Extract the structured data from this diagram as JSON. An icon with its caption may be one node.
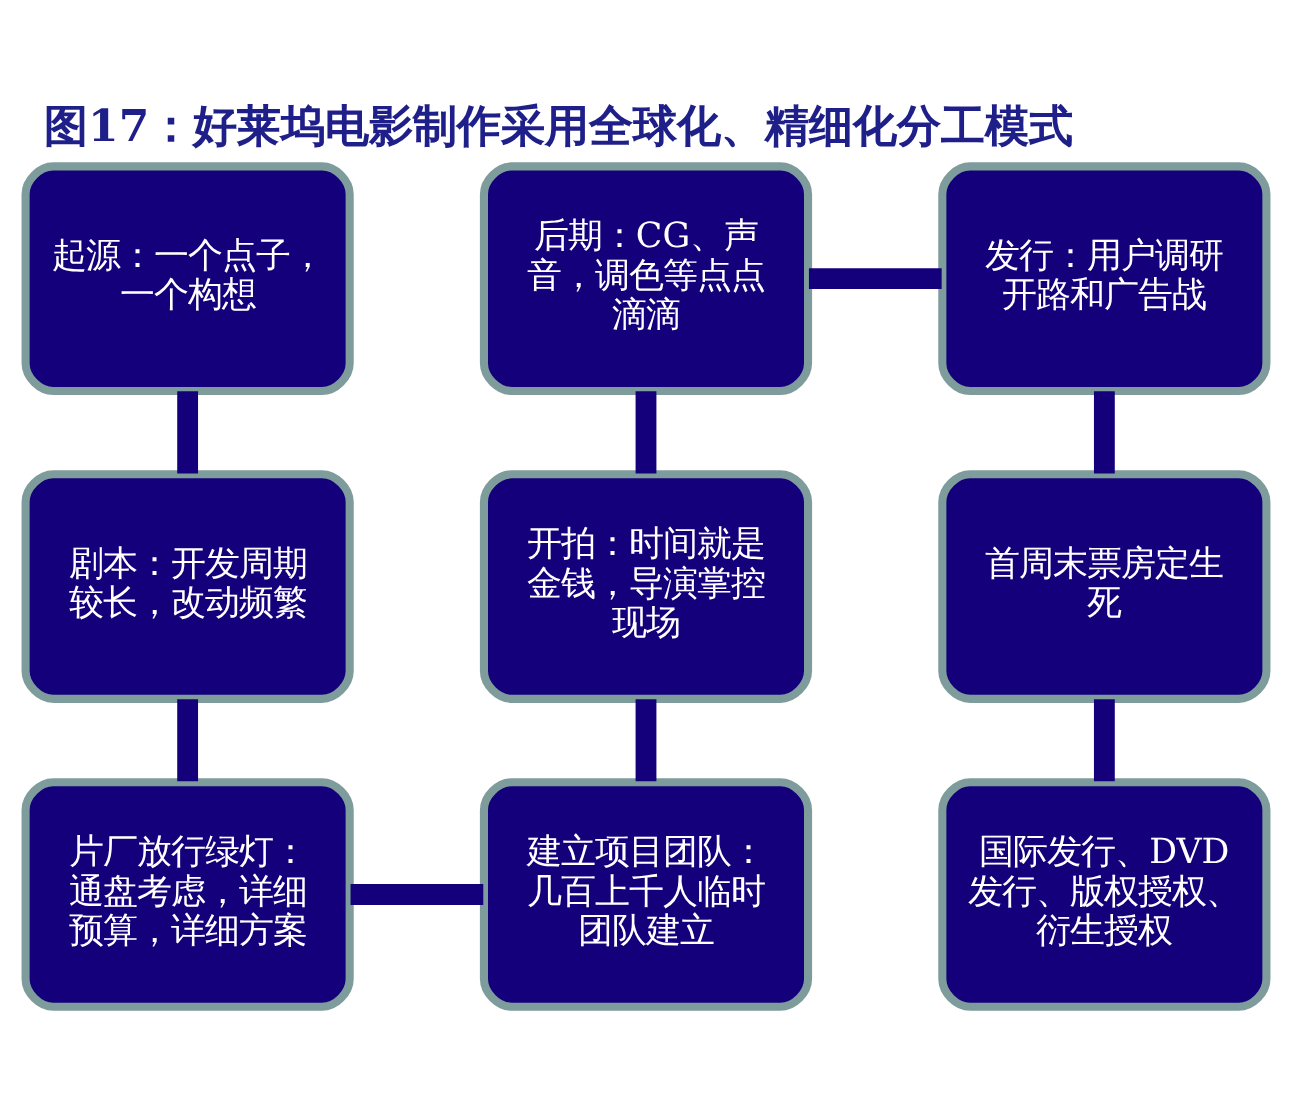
{
  "diagram": {
    "title": "图17：好莱坞电影制作采用全球化、精细化分工模式",
    "nodes": [
      {
        "text": [
          "起源：一个点子，一个构想"
        ]
      },
      {
        "text": [
          "后期：CG、声音，调色等点点滴滴"
        ]
      },
      {
        "text": [
          "发行：用户调研开路和广告战"
        ]
      },
      {
        "text": [
          "剧本：开发周期较长，改动频繁"
        ]
      },
      {
        "text": [
          "开拍：时间就是金钱，导演掌控现场"
        ]
      },
      {
        "text": [
          "首周末票房定生死"
        ]
      },
      {
        "text": [
          "片厂放行绿灯：通盘考虑，详细预算，详细方案"
        ]
      },
      {
        "text": [
          "建立项目团队：几百上千人临时团队建立"
        ]
      },
      {
        "text": [
          "国际发行、DVD发行、版权授权、衍生授权"
        ]
      }
    ],
    "edges": [
      {
        "from": 0,
        "to": 3,
        "arrow": "none"
      },
      {
        "from": 3,
        "to": 6,
        "arrow": "none"
      },
      {
        "from": 6,
        "to": 7,
        "arrow": "none"
      },
      {
        "from": 7,
        "to": 4,
        "arrow": "none"
      },
      {
        "from": 4,
        "to": 1,
        "arrow": "none"
      },
      {
        "from": 1,
        "to": 2,
        "arrow": "none"
      },
      {
        "from": 2,
        "to": 5,
        "arrow": "none"
      },
      {
        "from": 5,
        "to": 8,
        "arrow": "none"
      }
    ]
  }
}
